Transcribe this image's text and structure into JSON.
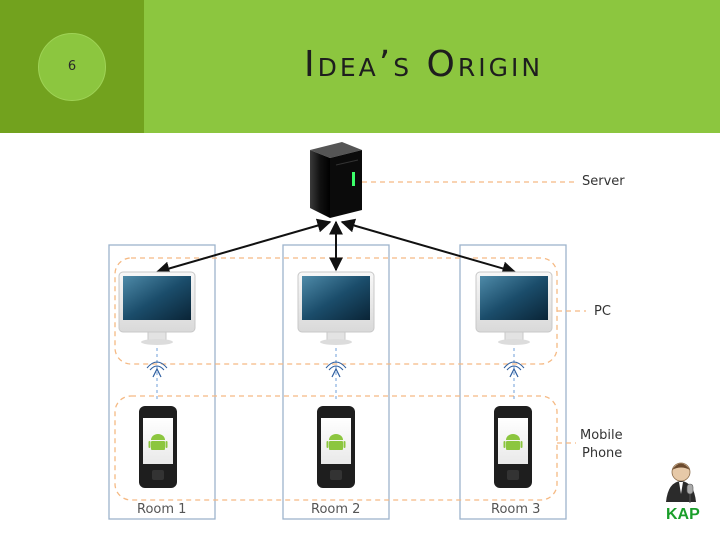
{
  "slide": {
    "number": "6",
    "title": "Idea’s Origin"
  },
  "diagram": {
    "labels": {
      "server": "Server",
      "pc": "PC",
      "mobile_line1": "Mobile",
      "mobile_line2": "Phone"
    },
    "rooms": [
      "Room 1",
      "Room 2",
      "Room 3"
    ]
  },
  "logo": {
    "text": "KAP"
  },
  "colors": {
    "header": "#8cc63f",
    "header_left": "#72a21e",
    "dashed": "#f5b983",
    "room_border": "#9db4cc",
    "link": "#6f9fd8"
  }
}
